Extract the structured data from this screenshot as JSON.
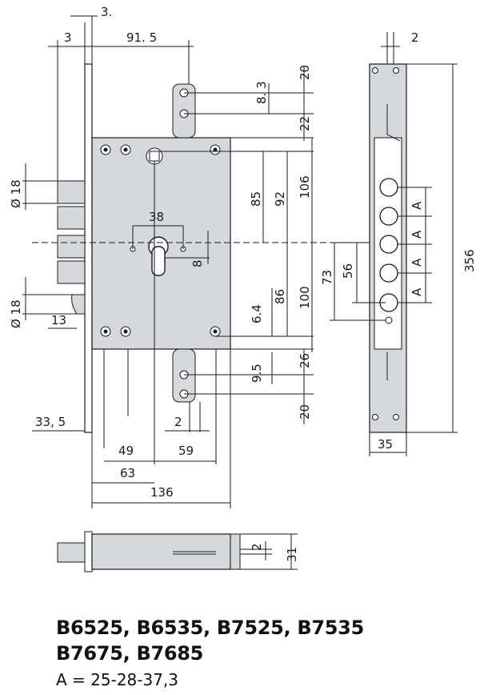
{
  "dimensions": {
    "d3_top": "3.",
    "d3": "3",
    "d91_5": "91. 5",
    "d20_top": "20",
    "d8_3": "8. 3",
    "d22": "22",
    "d106": "106",
    "d85": "85",
    "d92": "92",
    "d38": "38",
    "d8": "8",
    "d18_top": "Ø 18",
    "d18_bot": "Ø 18",
    "d13": "13",
    "d86": "86",
    "d100": "100",
    "d6_4": "6.4",
    "d9_5": "9.5",
    "d26": "26",
    "d20_bot": "20",
    "d2_small": "2",
    "d33_5": "33, 5",
    "d49": "49",
    "d59": "59",
    "d63": "63",
    "d136": "136",
    "d73": "73",
    "d56": "56",
    "dA1": "A",
    "dA2": "A",
    "dA3": "A",
    "dA4": "A",
    "d2_strip": "2",
    "d356": "356",
    "d35": "35",
    "d2_side": "2",
    "d31": "31"
  },
  "caption": {
    "models_line1": "B6525, B6535, B7525, B7535",
    "models_line2": "B7675, B7685",
    "note": "A = 25-28-37,3"
  }
}
